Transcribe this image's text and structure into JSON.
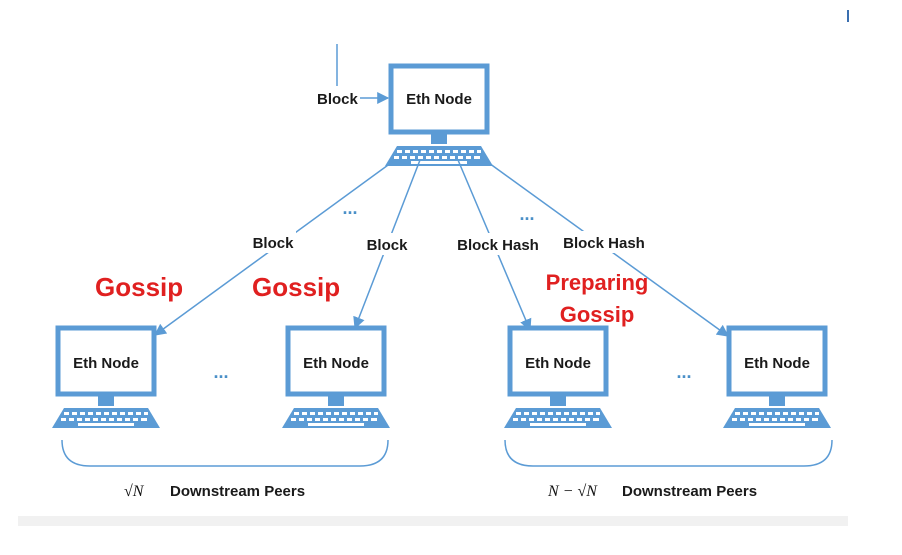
{
  "diagram": {
    "top_node": {
      "label": "Eth Node"
    },
    "incoming_label": "Block",
    "edges": [
      {
        "label": "Block"
      },
      {
        "label": "Block"
      },
      {
        "label": "Block Hash"
      },
      {
        "label": "Block Hash"
      }
    ],
    "ellipsis": "...",
    "ellipsis_bottom": "...",
    "leaf_nodes": [
      {
        "label": "Eth Node"
      },
      {
        "label": "Eth Node"
      },
      {
        "label": "Eth Node"
      },
      {
        "label": "Eth Node"
      }
    ],
    "annotations": {
      "gossip_left": "Gossip",
      "gossip_mid": "Gossip",
      "preparing_line1": "Preparing",
      "preparing_line2": "Gossip"
    },
    "groups": {
      "left": {
        "math": "√N",
        "label": "Downstream Peers"
      },
      "right": {
        "math": "N − √N",
        "label": "Downstream Peers"
      }
    },
    "colors": {
      "line": "#5b9bd5",
      "monitor": "#5b9bd5",
      "annotation": "#e02020"
    }
  }
}
